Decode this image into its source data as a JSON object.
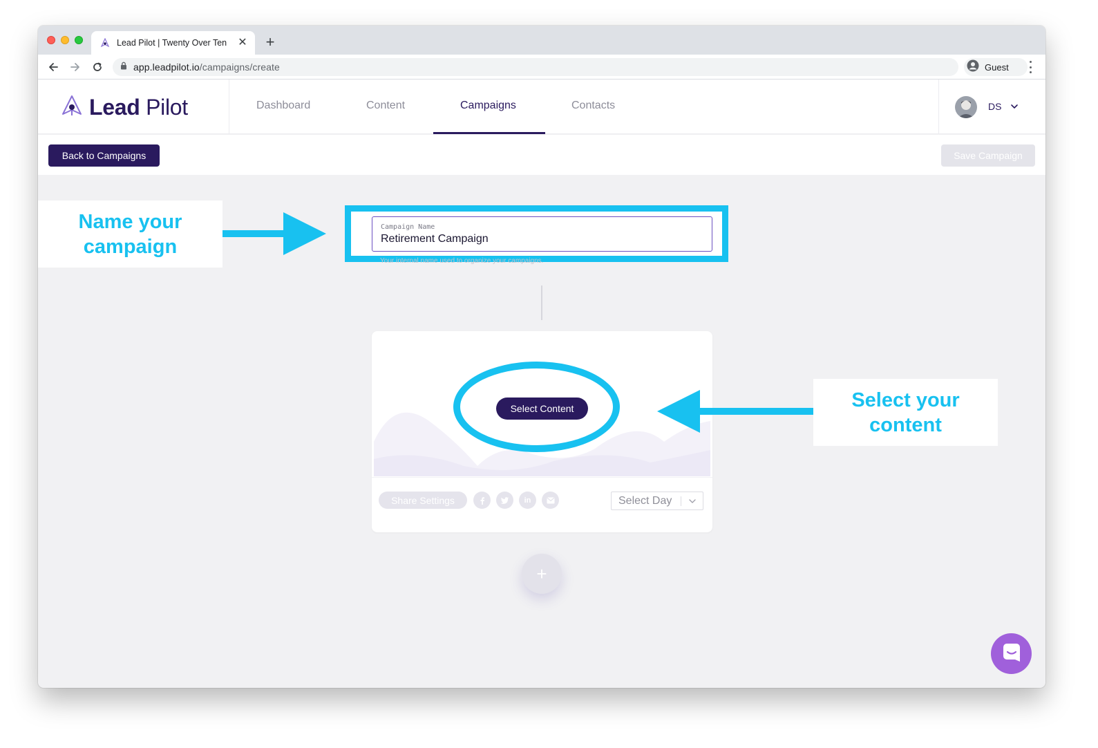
{
  "browser": {
    "tab_title": "Lead Pilot | Twenty Over Ten",
    "url_host": "app.leadpilot.io",
    "url_path": "/campaigns/create",
    "profile_label": "Guest"
  },
  "app": {
    "logo_bold": "Lead",
    "logo_thin": "Pilot",
    "nav": [
      {
        "label": "Dashboard",
        "active": false
      },
      {
        "label": "Content",
        "active": false
      },
      {
        "label": "Campaigns",
        "active": true
      },
      {
        "label": "Contacts",
        "active": false
      }
    ],
    "user_initials": "DS"
  },
  "actions": {
    "back_label": "Back to Campaigns",
    "save_label": "Save Campaign"
  },
  "campaign_field": {
    "label": "Campaign Name",
    "value": "Retirement Campaign",
    "helper": "Your internal name used to organize your campaigns."
  },
  "content_card": {
    "select_content_label": "Select Content",
    "share_settings_label": "Share Settings",
    "social_icons": [
      "facebook-icon",
      "twitter-icon",
      "linkedin-icon",
      "email-icon"
    ],
    "select_day_label": "Select Day"
  },
  "add_step_label": "+",
  "annotations": {
    "name_line1": "Name your",
    "name_line2": "campaign",
    "select_line1": "Select your",
    "select_line2": "content"
  },
  "colors": {
    "brand_primary": "#2a1a5e",
    "annotation_blue": "#18c1f0",
    "chat_purple": "#a060db",
    "disabled_gray": "#e4e4ea"
  }
}
